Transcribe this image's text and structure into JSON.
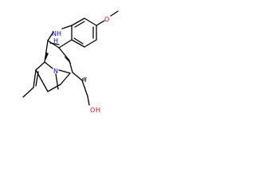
{
  "molecule": {
    "atoms": {
      "indole_nh": "NH",
      "indole_h": "H",
      "amine_n": "N",
      "methoxy_o": "O",
      "hydroxyl_o": "O",
      "hydroxyl_h": "H"
    },
    "colors": {
      "bond": "#000000",
      "nitrogen": "#0000ff",
      "oxygen": "#ff0000",
      "background": "#ffffff"
    }
  }
}
